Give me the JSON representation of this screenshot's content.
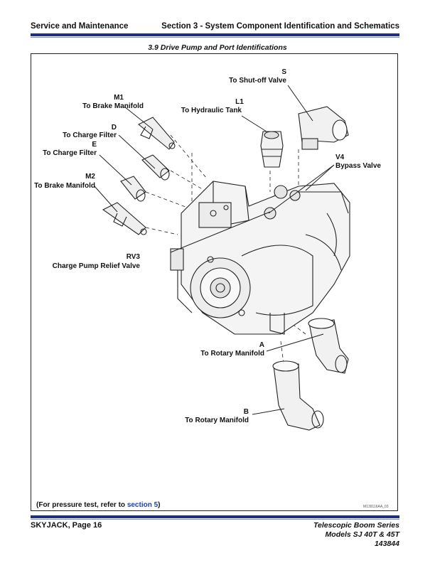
{
  "header": {
    "left": "Service and Maintenance",
    "right": "Section 3 - System Component Identification and Schematics"
  },
  "figure": {
    "title": "3.9 Drive Pump and Port Identifications",
    "labels": {
      "s_code": "S",
      "s_desc": "To Shut-off Valve",
      "m1_code": "M1",
      "m1_desc": "To Brake Manifold",
      "l1_code": "L1",
      "l1_desc": "To Hydraulic Tank",
      "d_code": "D",
      "d_desc": "To Charge Filter",
      "e_code": "E",
      "e_desc": "To Charge Filter",
      "v4_code": "V4",
      "v4_desc": "Bypass Valve",
      "m2_code": "M2",
      "m2_desc": "To Brake Manifold",
      "rv3_code": "RV3",
      "rv3_desc": "Charge Pump Relief Valve",
      "a_code": "A",
      "a_desc": "To Rotary Manifold",
      "b_code": "B",
      "b_desc": "To Rotary Manifold"
    },
    "note_prefix": "(For pressure test, refer to ",
    "note_link": "section 5",
    "note_suffix": ")",
    "part_number": "M139116AA_03"
  },
  "footer": {
    "left": "SKYJACK, Page 16",
    "right_line1": "Telescopic Boom Series",
    "right_line2": "Models SJ 40T & 45T",
    "right_line3": "143844"
  },
  "colors": {
    "accent": "#1b2f8a",
    "link": "#1a3fb3"
  }
}
